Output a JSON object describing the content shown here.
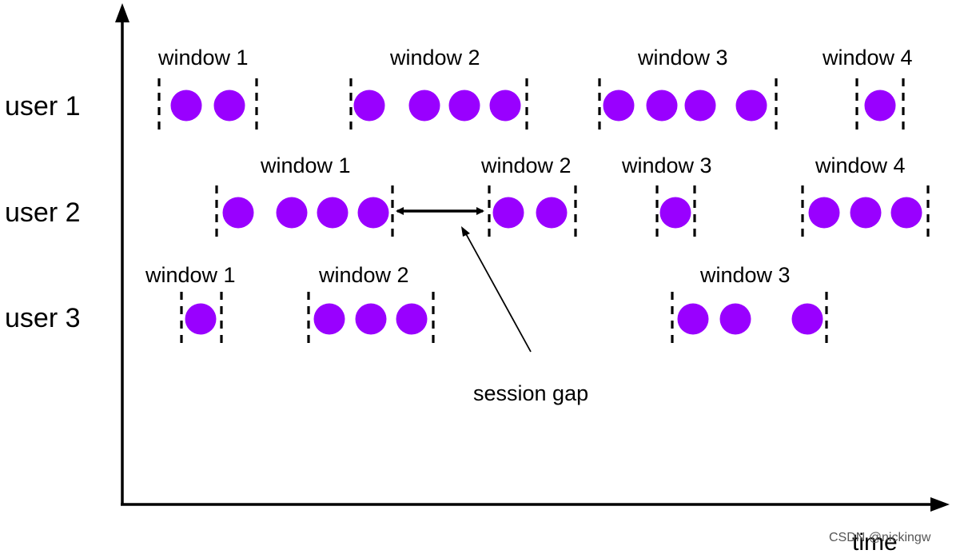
{
  "diagram": {
    "event_color": "#9900ff",
    "axis_x_label": "time",
    "annotation": "session gap",
    "watermark": "CSDN @nickingw",
    "users": [
      {
        "label": "user 1",
        "windows": [
          {
            "label": "window 1",
            "events": 2
          },
          {
            "label": "window 2",
            "events": 4
          },
          {
            "label": "window 3",
            "events": 4
          },
          {
            "label": "window 4",
            "events": 1
          }
        ]
      },
      {
        "label": "user 2",
        "windows": [
          {
            "label": "window 1",
            "events": 4
          },
          {
            "label": "window 2",
            "events": 2
          },
          {
            "label": "window 3",
            "events": 1
          },
          {
            "label": "window 4",
            "events": 3
          }
        ]
      },
      {
        "label": "user 3",
        "windows": [
          {
            "label": "window 1",
            "events": 1
          },
          {
            "label": "window 2",
            "events": 3
          },
          {
            "label": "window 3",
            "events": 3
          }
        ]
      }
    ]
  }
}
